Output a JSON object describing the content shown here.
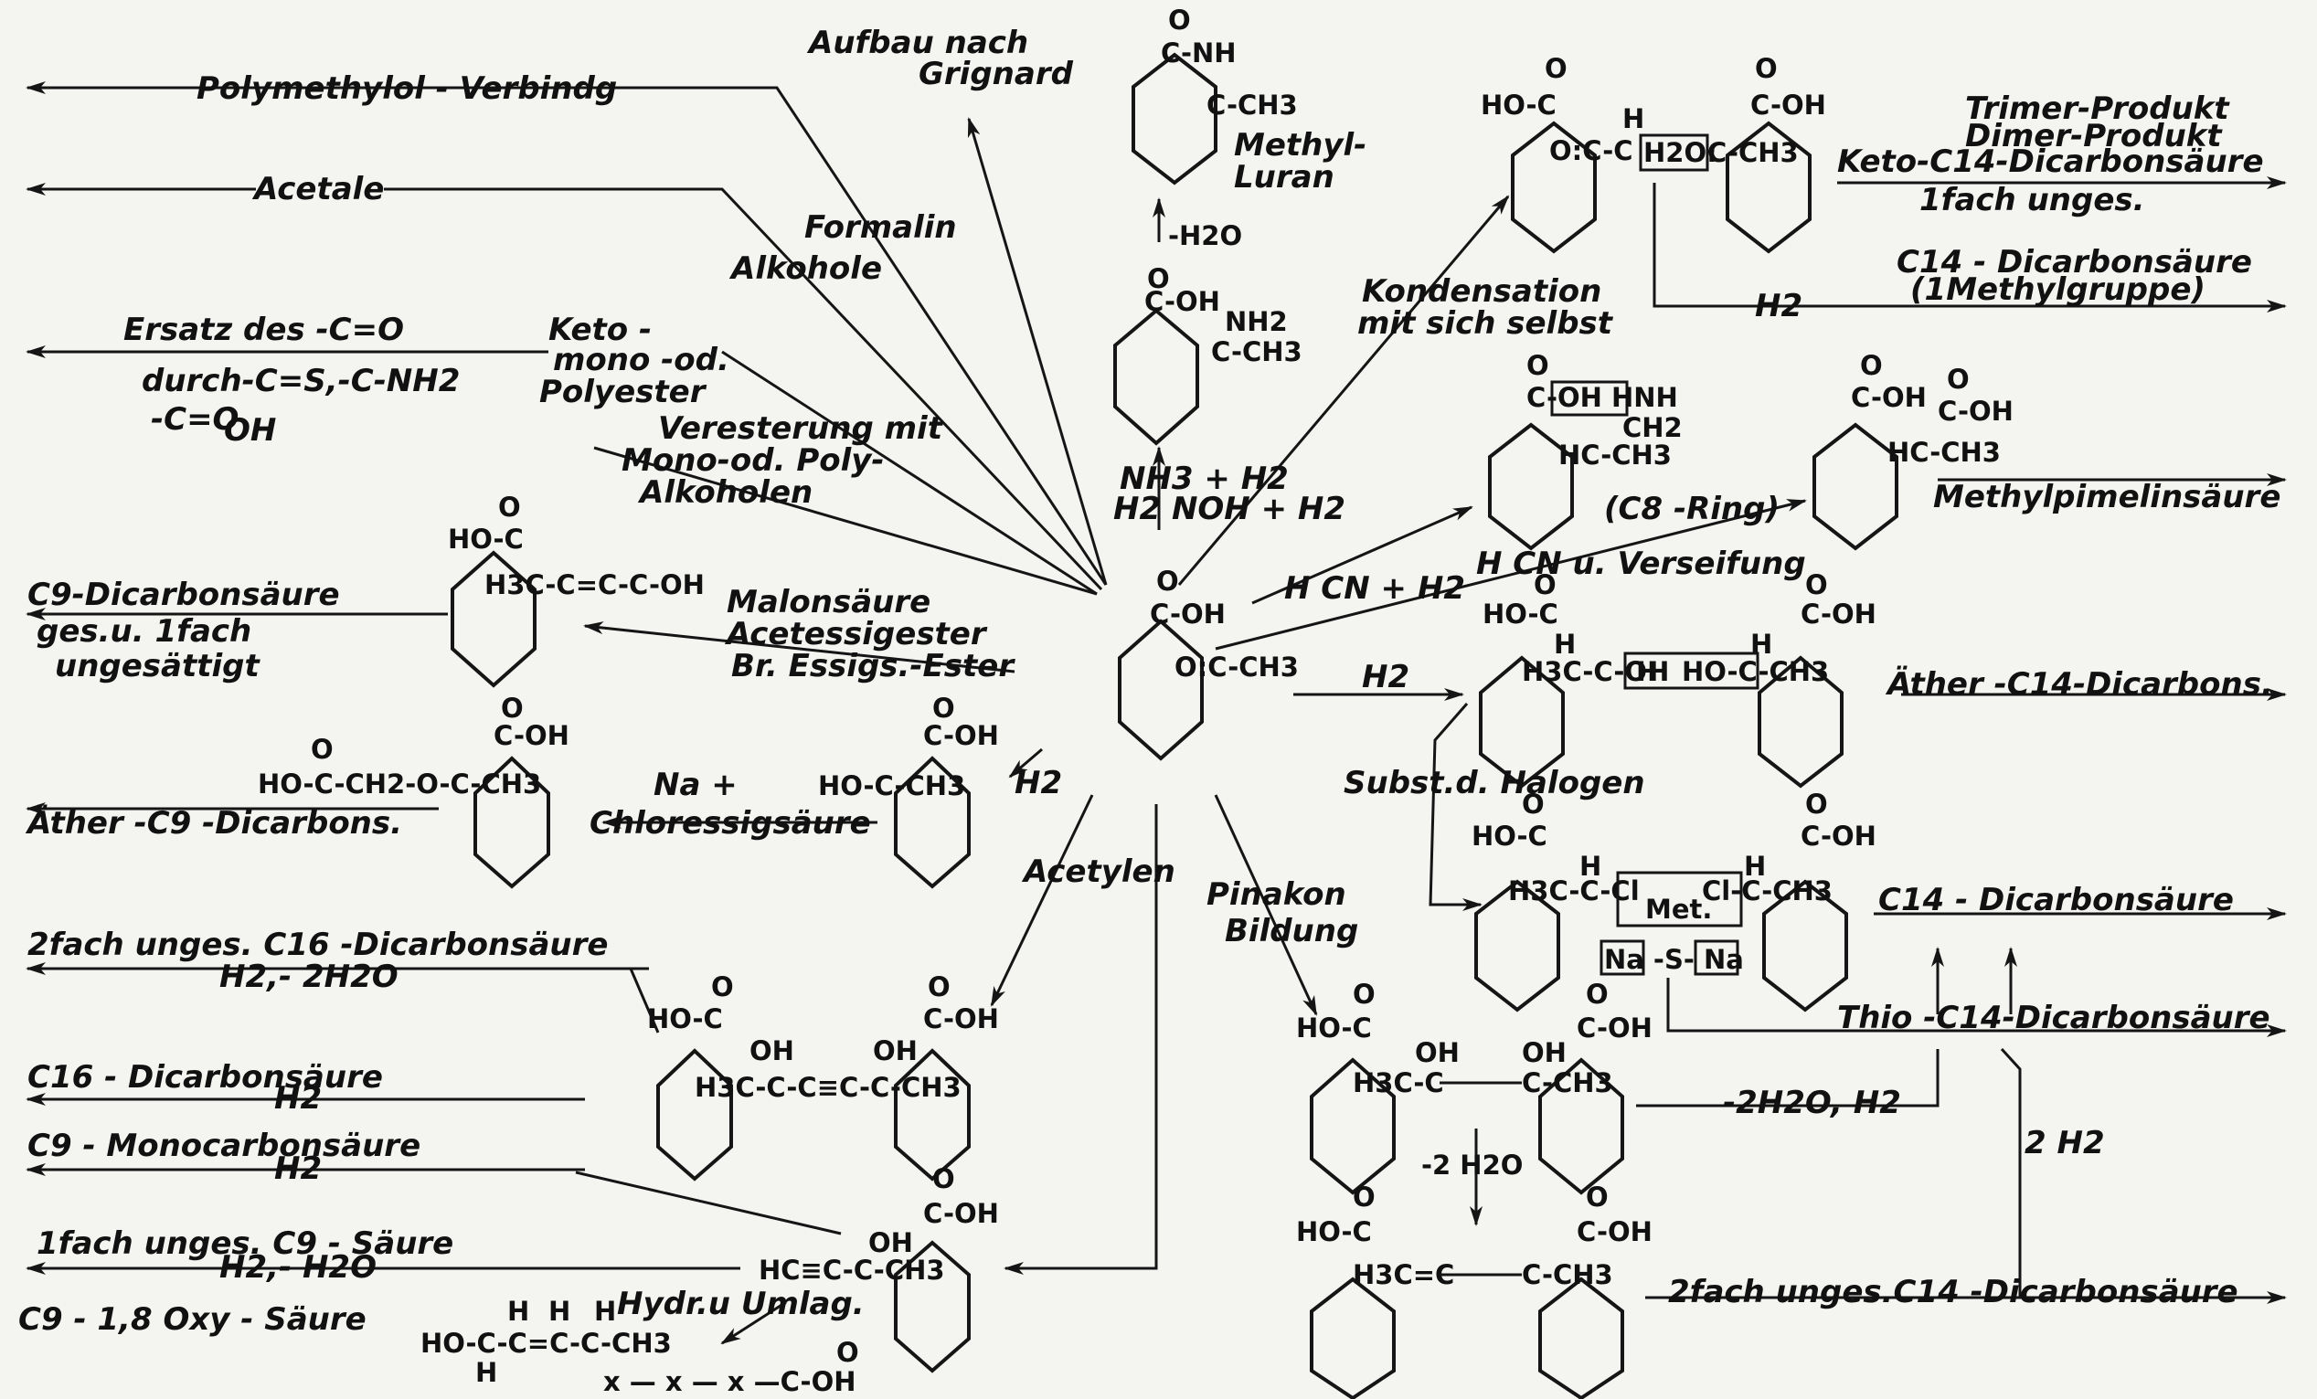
{
  "products_left": {
    "polymethylol": "Polymethylol - Verbindg",
    "acetale": "Acetale",
    "ersatz1": "Ersatz des  -C=O",
    "ersatz2": "durch-C=S,-C-NH2",
    "ersatz3": "-C=O",
    "ersatz3b": "OH",
    "c9_dicarbon_1": "C9-Dicarbonsäure",
    "c9_dicarbon_2": "ges.u. 1fach",
    "c9_dicarbon_3": "ungesättigt",
    "aether_c9": "Äther -C9 -Dicarbons.",
    "c16_unges_1": "2fach unges. C16 -Dicarbonsäure",
    "c16_unges_2": "H2,- 2H2O",
    "c16_dicarbon_1": "C16 - Dicarbonsäure",
    "c16_dicarbon_2": "H2",
    "c9_mono_1": "C9 - Monocarbonsäure",
    "c9_mono_2": "H2",
    "c9_saeure_1": "1fach unges. C9 - Säure",
    "c9_saeure_2": "H2,- H2O",
    "c9_oxy": "C9 - 1,8 Oxy - Säure"
  },
  "reagents": {
    "grignard_1": "Aufbau nach",
    "grignard_2": "Grignard",
    "formalin": "Formalin",
    "alkohole": "Alkohole",
    "keto_1": "Keto -",
    "keto_2": "mono -od.",
    "keto_3": "Polyester",
    "ester_1": "Veresterung mit",
    "ester_2": "Mono-od. Poly-",
    "ester_3": "Alkoholen",
    "malon_1": "Malonsäure",
    "malon_2": "Acetessigester",
    "malon_3": "Br. Essigs.-Ester",
    "na_1": "Na +",
    "na_2": "Chloressigsäure",
    "h2_small": "H2",
    "acetylen": "Acetylen",
    "hydr": "Hydr.u Umlag.",
    "pinakon_1": "Pinakon",
    "pinakon_2": "Bildung",
    "nh3_1": "NH3 + H2",
    "nh3_2": "H2 NOH + H2",
    "minus_h2o": "-H2O",
    "kond_1": "Kondensation",
    "kond_2": "mit sich selbst",
    "hcn_h2": "H CN + H2",
    "hcn_vers": "H CN u. Verseifung",
    "h2_mid": "H2",
    "subst": "Subst.d. Halogen",
    "minus_2h2o_h2": "-2H2O, H2",
    "minus_2h2o": "-2 H2O",
    "two_h2": "2 H2"
  },
  "products_right": {
    "trimer": "Trimer-Produkt",
    "dimer": "Dimer-Produkt",
    "keto_c14": "Keto-C14-Dicarbonsäure",
    "keto_c14_b": "1fach unges.",
    "c14_methyl_1": "C14 - Dicarbonsäure",
    "c14_methyl_2": "(1Methylgruppe)",
    "h2_right": "H2",
    "methylpimelin": "Methylpimelinsäure",
    "c8_ring": "(C8 -Ring)",
    "aether_c14": "Äther -C14-Dicarbons.",
    "c14_dicarbon": "C14 - Dicarbonsäure",
    "thio_c14": "Thio -C14-Dicarbonsäure",
    "c14_unges": "2fach unges.C14 -Dicarbonsäure",
    "methyl_luran_1": "Methyl-",
    "methyl_luran_2": "Luran"
  },
  "chem": {
    "center_cooh": "C-OH",
    "center_o": "O",
    "center_ketone": "O:C-CH3",
    "nh": "C-NH",
    "ch3": "C-CH3",
    "nh2": "NH2",
    "c_oh": "C-OH",
    "ho_c": "HO-C",
    "ho_ch_ch3": "HO-C-CH3",
    "ether_chain": "HO-C-CH2-O-C-CH3",
    "malon_chain": "H3C-C=C-C-OH",
    "acetylene_chain": "H3C-C-C≡C-C-CH3",
    "oh": "OH",
    "hcc_chain": "HC≡C-C-CH3",
    "oxy_chain": "HO-C-C=C-C-CH3",
    "h": "H",
    "x_chain": "x — x — x —C-OH",
    "h2o_box": "H2O:",
    "kond_chain": "O:C-C",
    "kond_ch3": "C-CH3",
    "coh_hnh": "C-OH HNH",
    "ch2": "CH2",
    "hc_ch3": "HC-CH3",
    "h3c_coh": "H3C-C-OH",
    "ho_ch3": "HO-C-CH3",
    "cl_left": "H3C-C-Cl",
    "met": "Met.",
    "cl_right": "Cl-C-CH3",
    "na_s_na": "Na -S- Na",
    "pinakon_left": "H3C-C",
    "pinakon_right": "C-CH3",
    "unsat_left": "H3C=C",
    "unsat_right": "C-CH3"
  }
}
